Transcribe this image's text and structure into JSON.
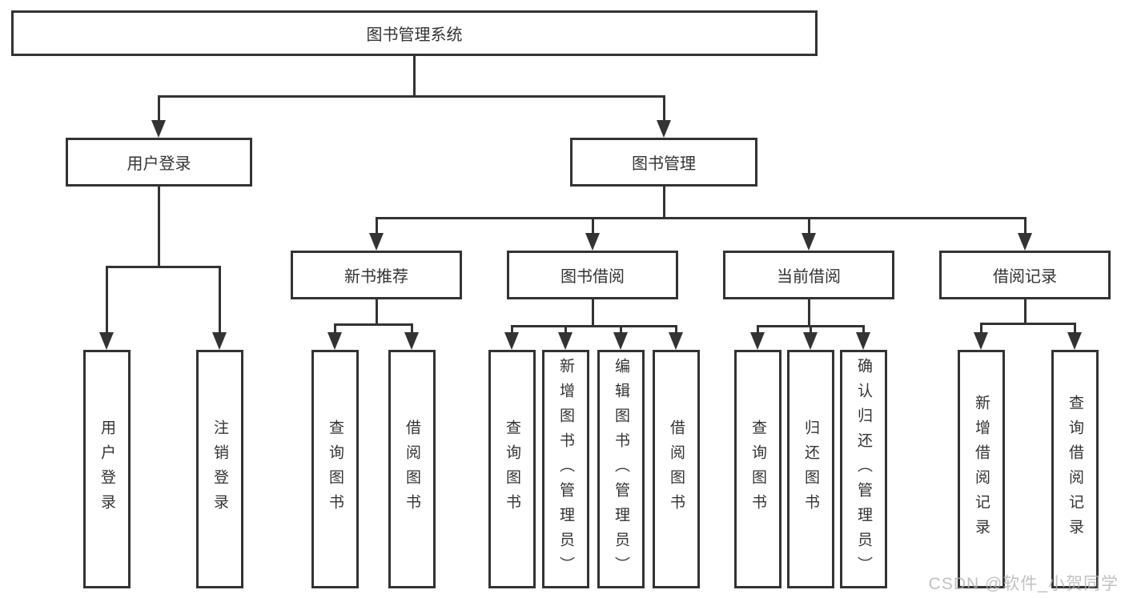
{
  "nodes": {
    "root": "图书管理系统",
    "level2": [
      "用户登录",
      "图书管理"
    ],
    "level3": [
      "新书推荐",
      "图书借阅",
      "当前借阅",
      "借阅记录"
    ],
    "leaves_user": [
      "用户登录",
      "注销登录"
    ],
    "leaves_newbook": [
      "查询图书",
      "借阅图书"
    ],
    "leaves_borrow": [
      "查询图书",
      "新增图书（管理员）",
      "编辑图书（管理员）",
      "借阅图书"
    ],
    "leaves_current": [
      "查询图书",
      "归还图书",
      "确认归还（管理员）"
    ],
    "leaves_record": [
      "新增借阅记录",
      "查询借阅记录"
    ]
  },
  "colors": {
    "line": "#333333",
    "text": "#333333",
    "box_background": "#ffffff",
    "page_background": "#ffffff",
    "watermark": "#b2b2b2"
  },
  "watermark": {
    "text": "CSDN @软件_小贺同学"
  }
}
